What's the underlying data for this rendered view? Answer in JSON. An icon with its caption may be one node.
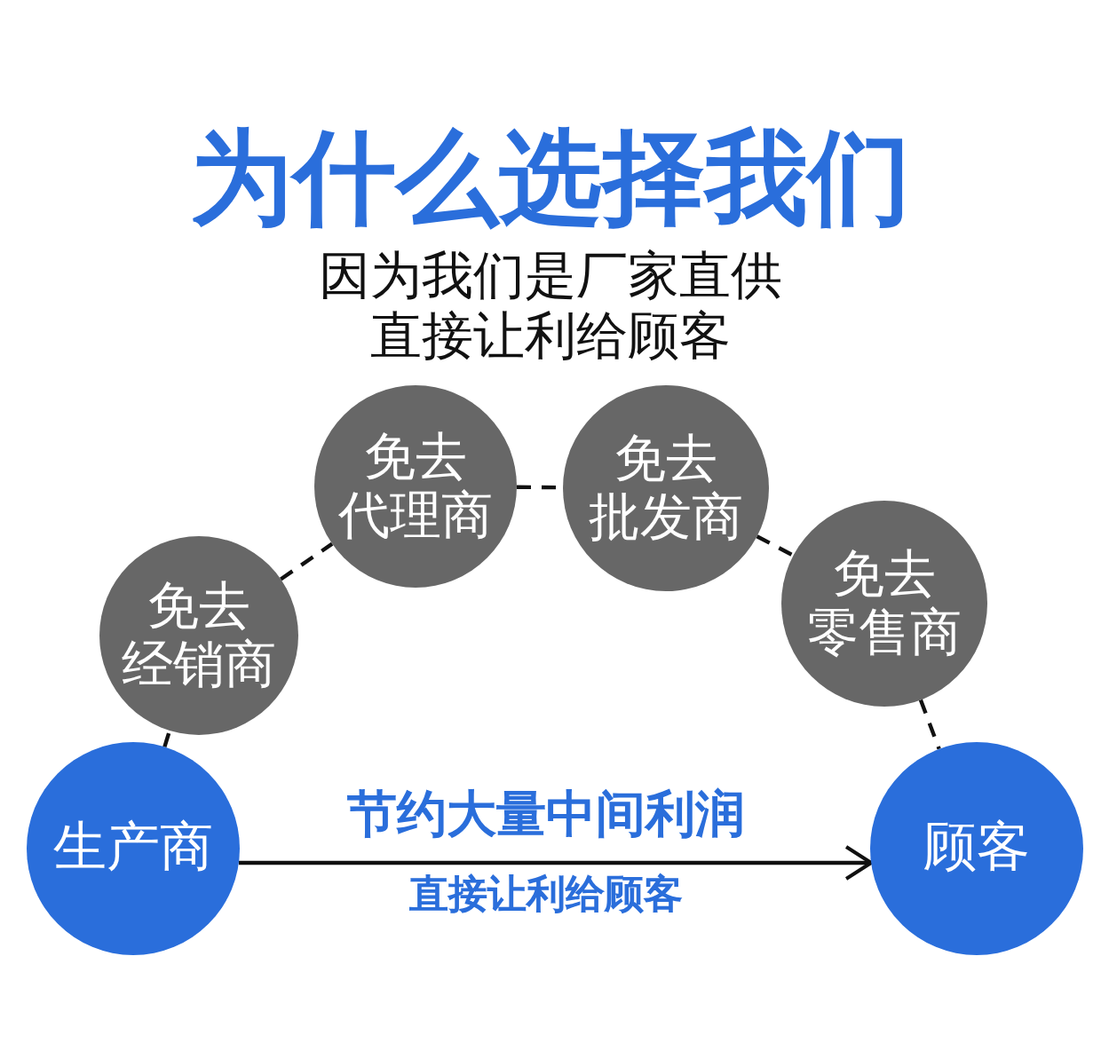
{
  "diagram": {
    "title": "为什么选择我们",
    "nodes": [
      {
        "text": [
          "生产商"
        ]
      },
      {
        "text": [
          "免去",
          "经销商"
        ]
      },
      {
        "text": [
          "免去",
          "代理商"
        ]
      },
      {
        "text": [
          "免去",
          "批发商"
        ]
      },
      {
        "text": [
          "免去",
          "零售商"
        ]
      },
      {
        "text": [
          "顾客"
        ]
      }
    ],
    "edges": [
      {
        "from": 0,
        "to": 1,
        "arrow": "none",
        "style": "dashed"
      },
      {
        "from": 1,
        "to": 2,
        "arrow": "none",
        "style": "dashed"
      },
      {
        "from": 2,
        "to": 3,
        "arrow": "none",
        "style": "dashed"
      },
      {
        "from": 3,
        "to": 4,
        "arrow": "none",
        "style": "dashed"
      },
      {
        "from": 4,
        "to": 5,
        "arrow": "none",
        "style": "dashed"
      },
      {
        "from": 0,
        "to": 5,
        "arrow": "to"
      }
    ],
    "labels": [
      "因为我们是厂家直供",
      "直接让利给顾客",
      "节约大量中间利润",
      "直接让利给顾客"
    ]
  }
}
